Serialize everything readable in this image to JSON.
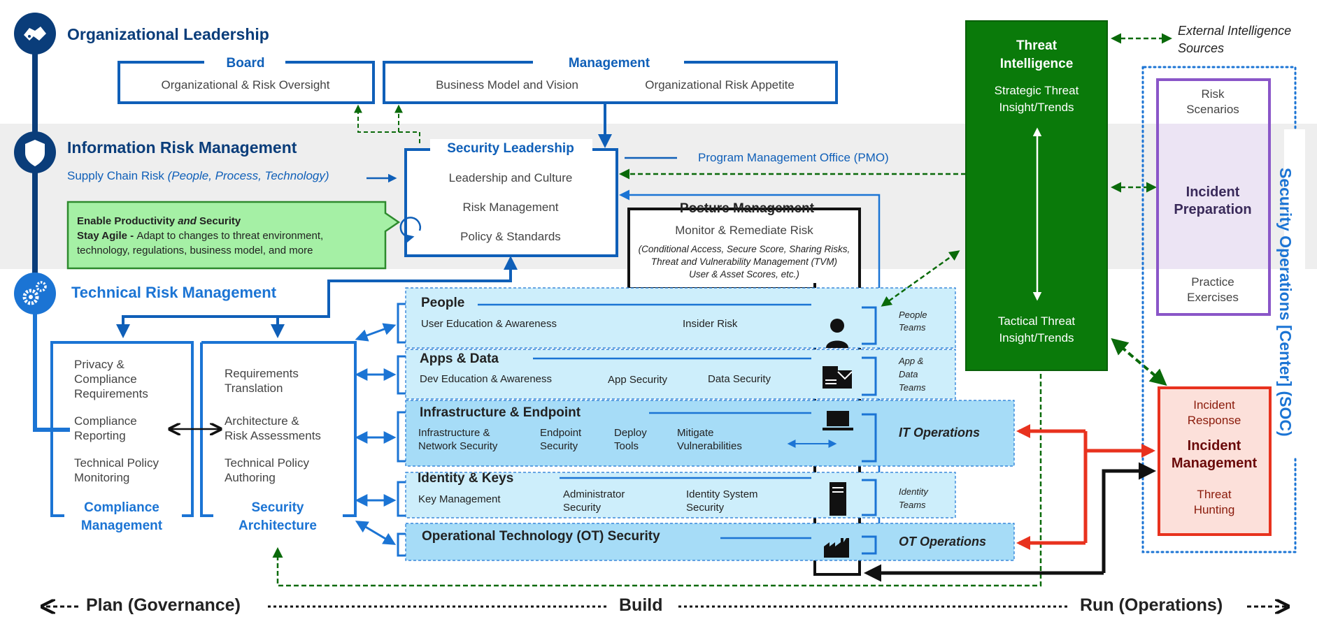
{
  "sections": {
    "org": "Organizational Leadership",
    "irm": "Information Risk Management",
    "trm": "Technical Risk Management"
  },
  "board": {
    "title": "Board",
    "text": "Organizational & Risk Oversight"
  },
  "management": {
    "title": "Management",
    "item1": "Business Model and Vision",
    "item2": "Organizational Risk Appetite"
  },
  "supply_chain": {
    "prefix": "Supply Chain Risk ",
    "detail": "(People, Process, Technology)"
  },
  "security_leadership": {
    "title": "Security Leadership",
    "items": [
      "Leadership and Culture",
      "Risk Management",
      "Policy & Standards"
    ]
  },
  "pmo": "Program Management Office (PMO)",
  "callout": {
    "line1_a": "Enable Productivity ",
    "line1_b": "and",
    "line1_c": " Security",
    "line2_bold": "Stay Agile - ",
    "line2_rest": "Adapt to changes to threat environment,",
    "line3": "technology, regulations, business model, and more"
  },
  "posture": {
    "title": "Posture Management",
    "subtitle": "Monitor & Remediate Risk",
    "detail1": "(Conditional Access, Secure Score, Sharing Risks,",
    "detail2": "Threat and Vulnerability Management (TVM)",
    "detail3": "User & Asset Scores, etc.)"
  },
  "compliance": {
    "items": [
      "Privacy &\nCompliance\nRequirements",
      "Compliance\nReporting",
      "Technical Policy\nMonitoring"
    ],
    "title": "Compliance\nManagement"
  },
  "architecture": {
    "items": [
      "Requirements\nTranslation",
      "Architecture &\nRisk Assessments",
      "Technical Policy\nAuthoring"
    ],
    "title": "Security\nArchitecture"
  },
  "lanes": {
    "people": {
      "title": "People",
      "items": [
        "User Education & Awareness",
        "Insider Risk"
      ],
      "team": "People\nTeams"
    },
    "apps": {
      "title": "Apps & Data",
      "items": [
        "Dev Education & Awareness",
        "App Security",
        "Data Security"
      ],
      "team": "App &\nData\nTeams"
    },
    "infra": {
      "title": "Infrastructure & Endpoint",
      "items": [
        "Infrastructure &\nNetwork Security",
        "Endpoint\nSecurity",
        "Deploy\nTools",
        "Mitigate\nVulnerabilities"
      ],
      "team": "IT Operations"
    },
    "identity": {
      "title": "Identity & Keys",
      "items": [
        "Key Management",
        "Administrator\nSecurity",
        "Identity System\nSecurity"
      ],
      "team": "Identity\nTeams"
    },
    "ot": {
      "title": "Operational Technology (OT) Security",
      "team": "OT Operations"
    }
  },
  "threat_intel": {
    "title": "Threat\nIntelligence",
    "strategic": "Strategic Threat\nInsight/Trends",
    "tactical": "Tactical Threat\nInsight/Trends"
  },
  "external": "External Intelligence\nSources",
  "soc": {
    "label": "Security Operations [Center] (SOC)",
    "prep": {
      "risk": "Risk\nScenarios",
      "title": "Incident\nPreparation",
      "practice": "Practice\nExercises"
    },
    "mgmt": {
      "response": "Incident\nResponse",
      "title": "Incident\nManagement",
      "hunting": "Threat\nHunting"
    }
  },
  "phases": {
    "plan": "Plan (Governance)",
    "build": "Build",
    "run": "Run (Operations)"
  },
  "icons": [
    "handshake-icon",
    "shield-icon",
    "gears-icon",
    "person-icon",
    "app-data-icon",
    "laptop-icon",
    "server-icon",
    "factory-icon"
  ],
  "colors": {
    "navy": "#0a3d7a",
    "blue": "#1b74d4",
    "green": "#0a7a0a",
    "red": "#e8321e",
    "purple": "#7b4cc0"
  }
}
